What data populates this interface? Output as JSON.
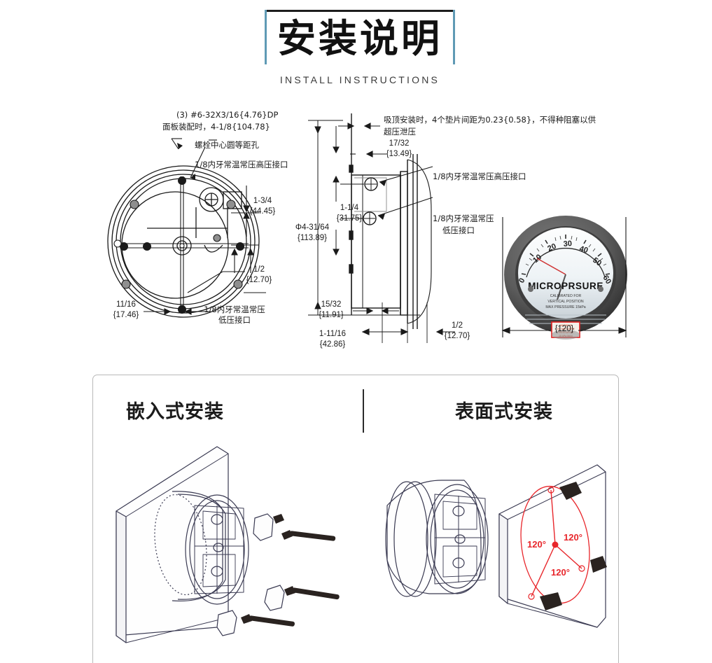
{
  "title": {
    "cn": "安装说明",
    "en": "INSTALL INSTRUCTIONS"
  },
  "top_diagram": {
    "back_view_notes": {
      "screw_spec": "(3)  #6-32X3/16{4.76}DP",
      "panel_note": "面板装配时，4-1/8{104.78}",
      "bolt_circle": "螺栓中心圆等距孔",
      "high_port": "1/8内牙常温常压高压接口",
      "low_port_line1": "1/8内牙常温常压",
      "low_port_line2": "低压接口"
    },
    "back_view_dims": [
      {
        "frac": "1-3/4",
        "mm": "{44.45}"
      },
      {
        "frac": "1/2",
        "mm": "{12.70}"
      },
      {
        "frac": "11/16",
        "mm": "{17.46}"
      }
    ],
    "side_view_notes": {
      "ceiling_note_line1": "吸顶安装时，4个垫片间距为0.23{0.58}，不得种阻塞以供",
      "ceiling_note_line2": "超压泄压",
      "high_port": "1/8内牙常温常压高压接口",
      "low_port_line1": "1/8内牙常温常压",
      "low_port_line2": "低压接口"
    },
    "side_view_dims": [
      {
        "frac": "17/32",
        "mm": "{13.49}"
      },
      {
        "frac": "1-1/4",
        "mm": "{31.75}"
      },
      {
        "frac": "Φ4-31/64",
        "mm": "{113.89}"
      },
      {
        "frac": "15/32",
        "mm": "{11.91}"
      },
      {
        "frac": "1-11/16",
        "mm": "{42.86}"
      },
      {
        "frac": "1/2",
        "mm": "{12.70}"
      }
    ],
    "gauge": {
      "brand": "MICROPRSURE",
      "line1": "CALIBRATED FOR",
      "line2": "VERTICAL POSITION",
      "line3": "MAX PRESSURE 15kPa",
      "scale_ticks": [
        "0",
        "10",
        "20",
        "30",
        "40",
        "50",
        "60"
      ],
      "width_dim": "{120}"
    }
  },
  "bottom_panel": {
    "flush_mount_heading": "嵌入式安装",
    "surface_mount_heading": "表面式安装",
    "angle_labels": [
      "120°",
      "120°",
      "120°"
    ],
    "angle_color": "#e8262b"
  }
}
